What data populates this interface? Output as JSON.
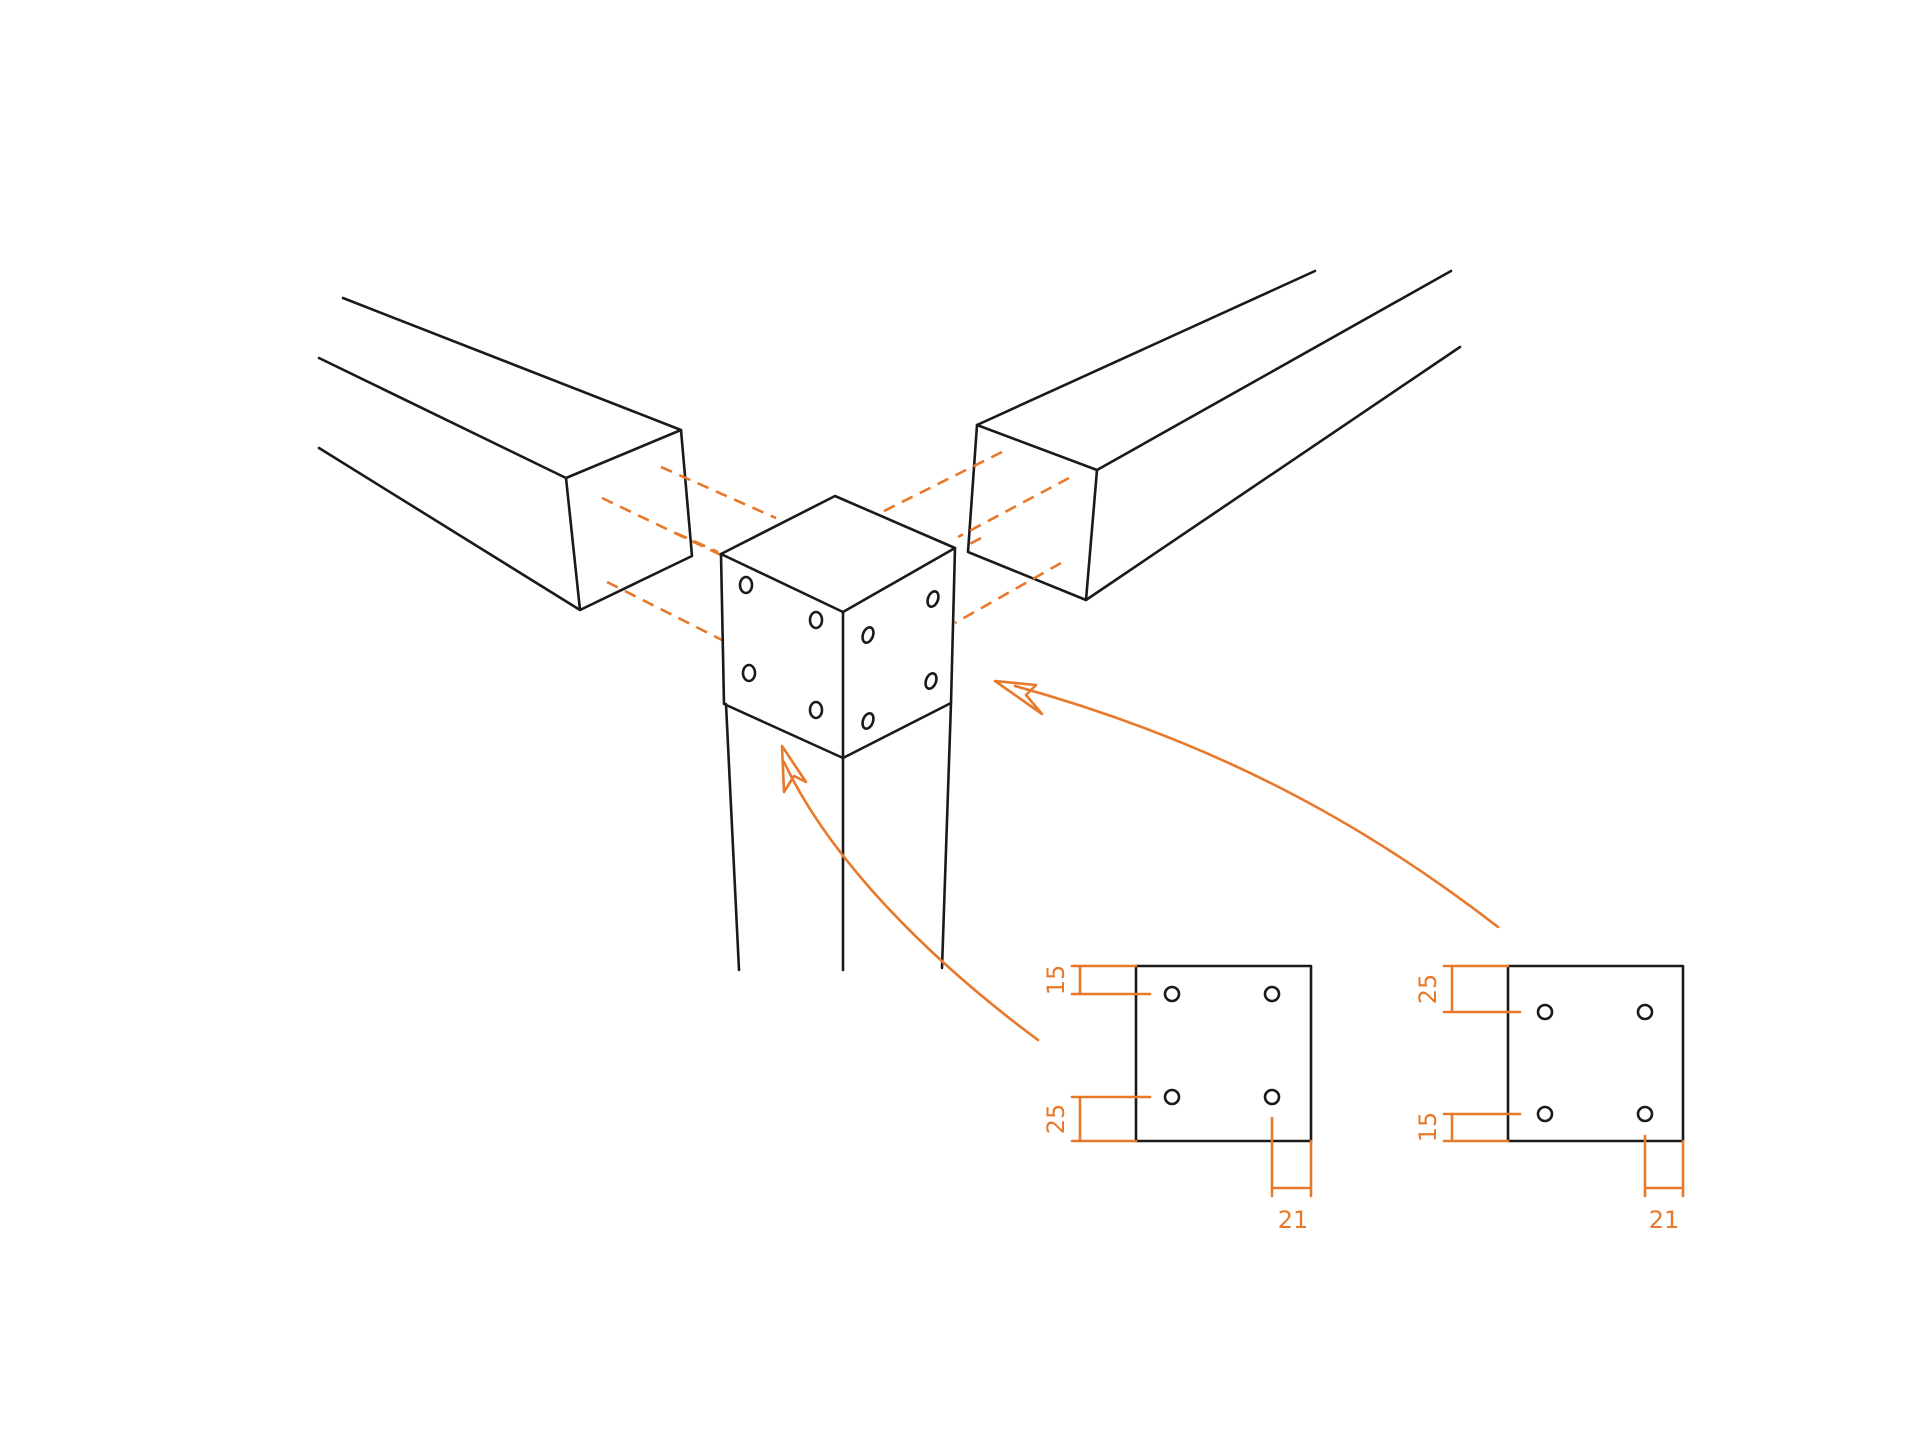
{
  "colors": {
    "ink": "#1a1a1a",
    "accent": "#e8792a",
    "background": "#ffffff"
  },
  "plan_left": {
    "dim_top": "15",
    "dim_bottom": "25",
    "dim_right": "21"
  },
  "plan_right": {
    "dim_top": "25",
    "dim_bottom": "15",
    "dim_right": "21"
  }
}
